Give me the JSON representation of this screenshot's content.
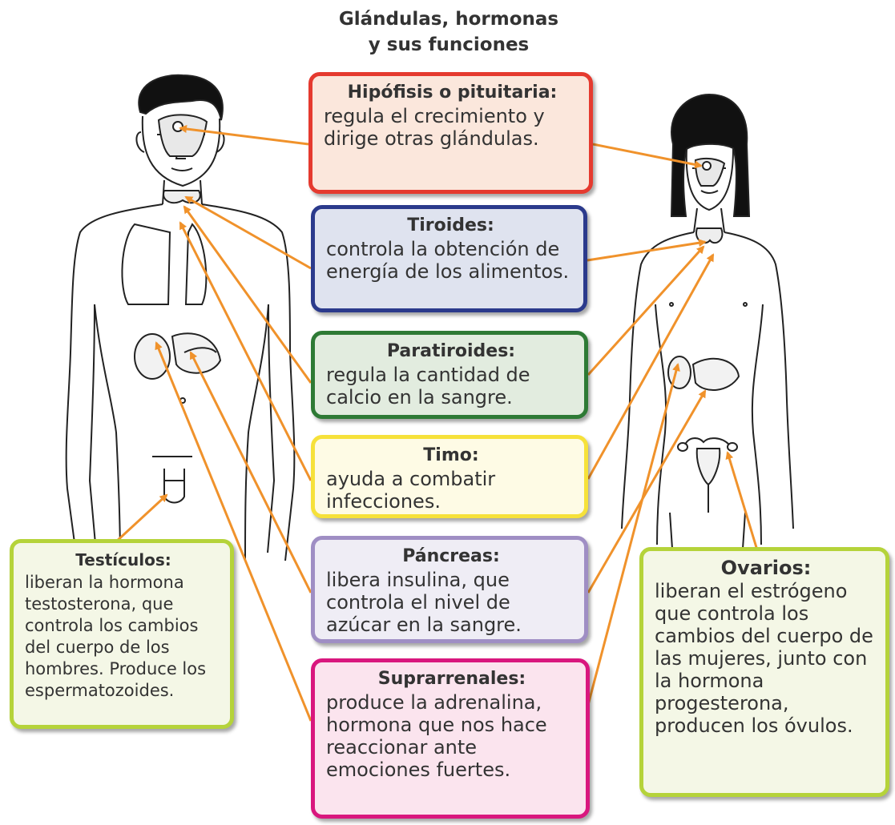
{
  "title": [
    "Glándulas, hormonas",
    "y sus funciones"
  ],
  "boxes": {
    "hipofisis": {
      "heading": "Hipófisis o pituitaria:",
      "body": "regula el crecimiento y dirige otras glándulas.",
      "border": "#e53a2f",
      "bg": "#fbe7dc"
    },
    "tiroides": {
      "heading": "Tiroides:",
      "body": "controla la obtención de energía de los alimentos.",
      "border": "#2b3a8c",
      "bg": "#dfe3ef"
    },
    "paratiroides": {
      "heading": "Paratiroides:",
      "body": "regula la cantidad de calcio en la sangre.",
      "border": "#2e7a35",
      "bg": "#e2ecdf"
    },
    "timo": {
      "heading": "Timo:",
      "body": "ayuda a combatir infecciones.",
      "border": "#f6e13a",
      "bg": "#fefbe5"
    },
    "pancreas": {
      "heading": "Páncreas:",
      "body": "libera insulina, que controla el nivel de azúcar en la sangre.",
      "border": "#9f8ec4",
      "bg": "#efedf5"
    },
    "suprarrenales": {
      "heading": "Suprarrenales:",
      "body": "produce la adrenalina, hormona que nos hace reaccionar ante emociones fuertes.",
      "border": "#d9177e",
      "bg": "#fbe4ee"
    },
    "testiculos": {
      "heading": "Testículos:",
      "body": "liberan la hormona testosterona, que controla los cambios del cuerpo de los hombres. Produce los espermatozoides.",
      "border": "#b5d33a",
      "bg": "#f4f7e6"
    },
    "ovarios": {
      "heading": "Ovarios:",
      "body": "liberan el estrógeno que controla los cambios del cuerpo de las mujeres, junto con la hormona progesterona, producen los óvulos.",
      "border": "#b5d33a",
      "bg": "#f4f7e6"
    }
  },
  "colors": {
    "arrow": "#f0922b",
    "outline": "#222222"
  }
}
